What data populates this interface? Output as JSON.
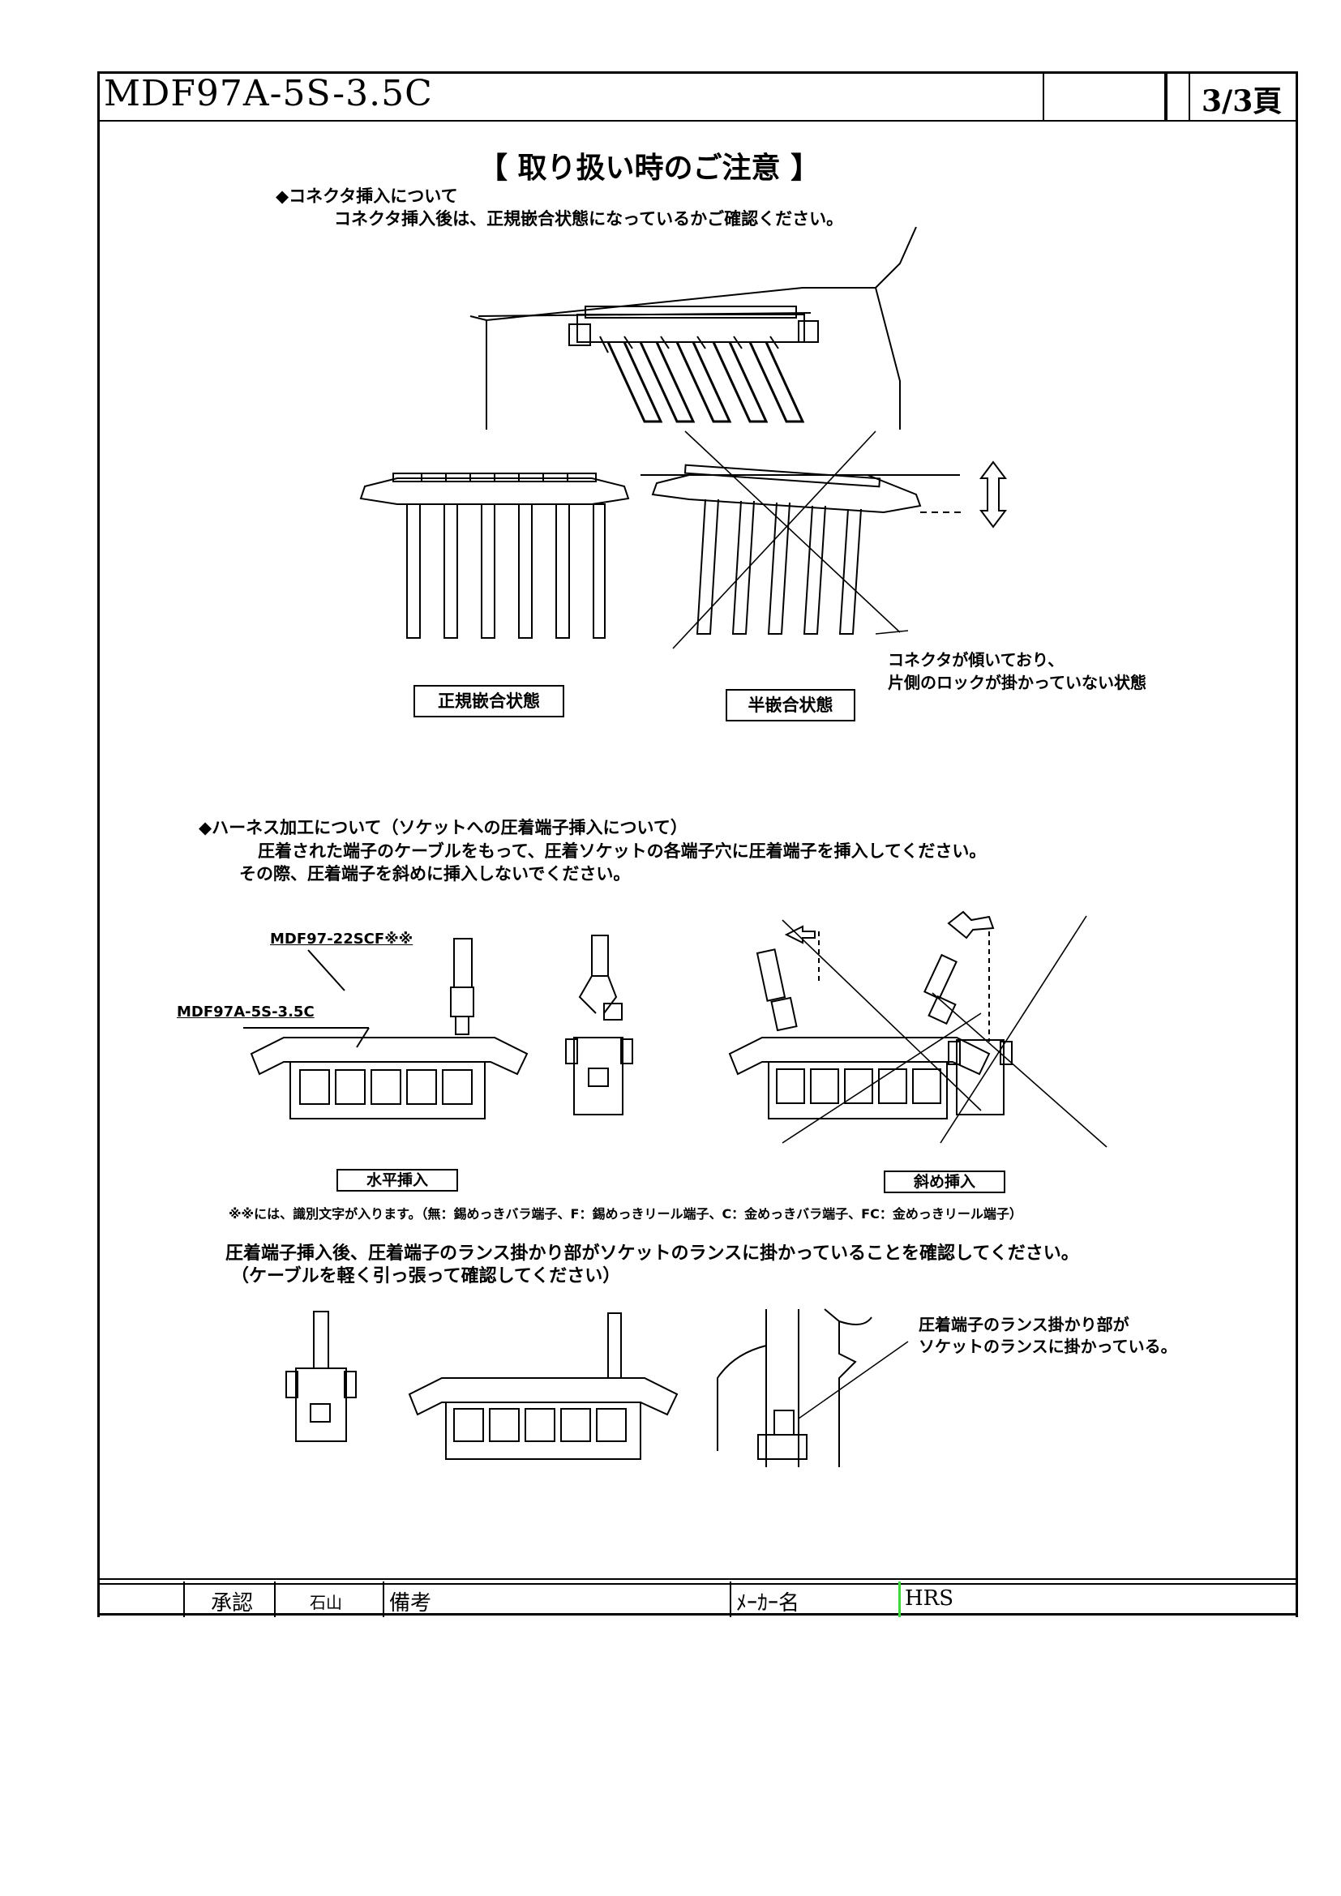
{
  "header": {
    "title": "MDF97A-5S-3.5C",
    "page": "3/3頁"
  },
  "main": {
    "heading": "【 取り扱い時のご注意 】",
    "section1": {
      "bullet": "◆コネクタ挿入について",
      "body": "コネクタ挿入後は、正規嵌合状態になっているかご確認ください。",
      "note_line1": "コネクタが傾いており、",
      "note_line2": "片側のロックが掛かっていない状態",
      "label_ok": "正規嵌合状態",
      "label_ng": "半嵌合状態"
    },
    "section2": {
      "bullet": "◆ハーネス加工について（ソケットへの圧着端子挿入について）",
      "body1": "圧着された端子のケーブルをもって、圧着ソケットの各端子穴に圧着端子を挿入してください。",
      "body2": "その際、圧着端子を斜めに挿入しないでください。",
      "part_terminal": "MDF97-22SCF※※",
      "part_socket": "MDF97A-5S-3.5C",
      "label_ok": "水平挿入",
      "label_ng": "斜め挿入",
      "footnote": "※※には、識別文字が入ります。（無：錫めっきバラ端子、F：錫めっきリール端子、C：金めっきバラ端子、FC：金めっきリール端子）"
    },
    "section3": {
      "body1": "圧着端子挿入後、圧着端子のランス掛かり部がソケットのランスに掛かっていることを確認してください。",
      "body2": "（ケーブルを軽く引っ張って確認してください）",
      "callout_line1": "圧着端子のランス掛かり部が",
      "callout_line2": "ソケットのランスに掛かっている。"
    }
  },
  "footer": {
    "approval": "承認",
    "approver": "石山",
    "remarks": "備考",
    "maker_label": "ﾒｰｶｰ名",
    "maker": "HRS"
  }
}
